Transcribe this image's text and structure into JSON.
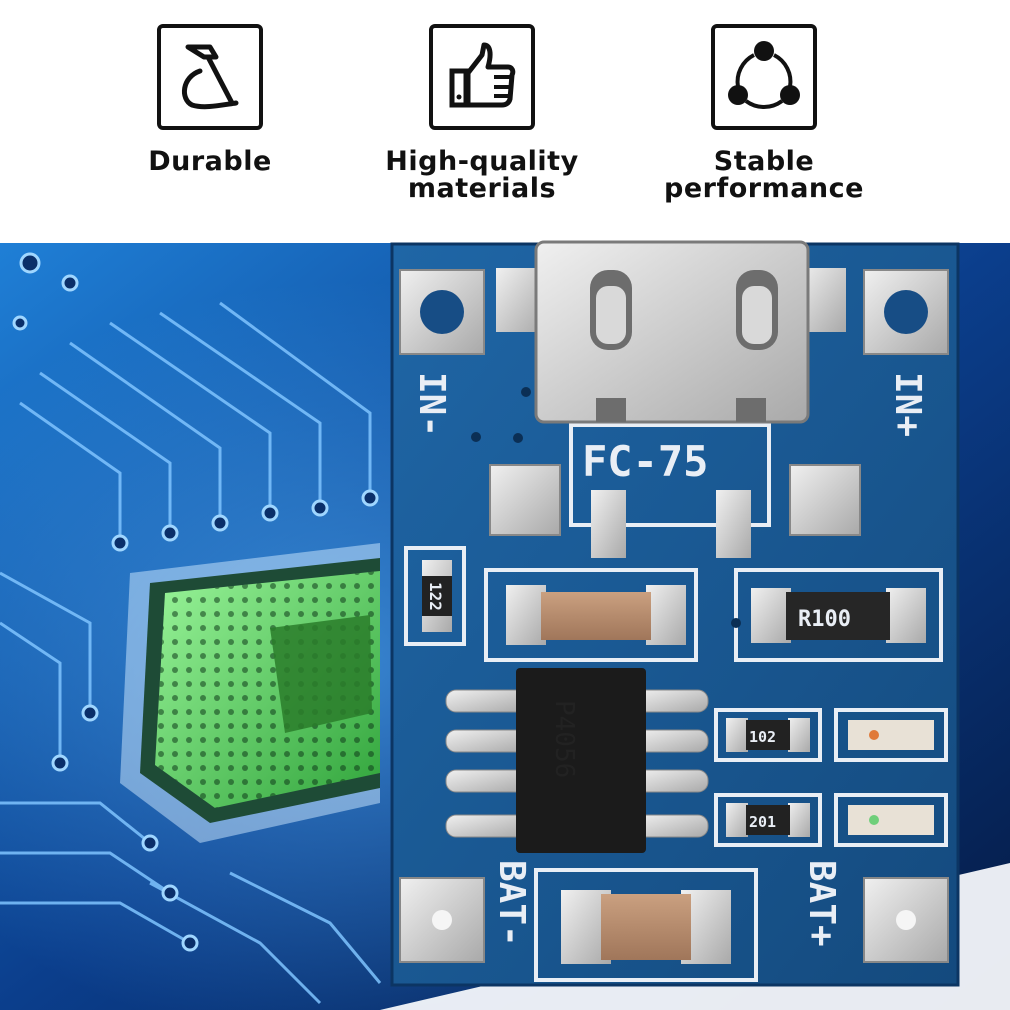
{
  "features": [
    {
      "icon": "hammer-icon",
      "lines": [
        "Durable"
      ]
    },
    {
      "icon": "thumbs-up-icon",
      "lines": [
        "High-quality",
        "materials"
      ]
    },
    {
      "icon": "share-network-icon",
      "lines": [
        "Stable",
        "performance"
      ]
    }
  ],
  "board": {
    "model": "FC-75",
    "in_minus": "IN-",
    "in_plus": "IN+",
    "bat_minus": "BAT-",
    "bat_plus": "BAT+",
    "resistor_r1": "122",
    "resistor_r2": "R100",
    "resistor_r3": "102",
    "resistor_r4": "201",
    "chip_marking": "P4056"
  },
  "colors": {
    "pcb": "#1a5a94",
    "silkscreen": "#e9eef5",
    "pad": "#c9c9c9",
    "capacitor": "#b98a6a",
    "chip": "#1b1b1b",
    "circuit_glow": "#5fd35a"
  }
}
